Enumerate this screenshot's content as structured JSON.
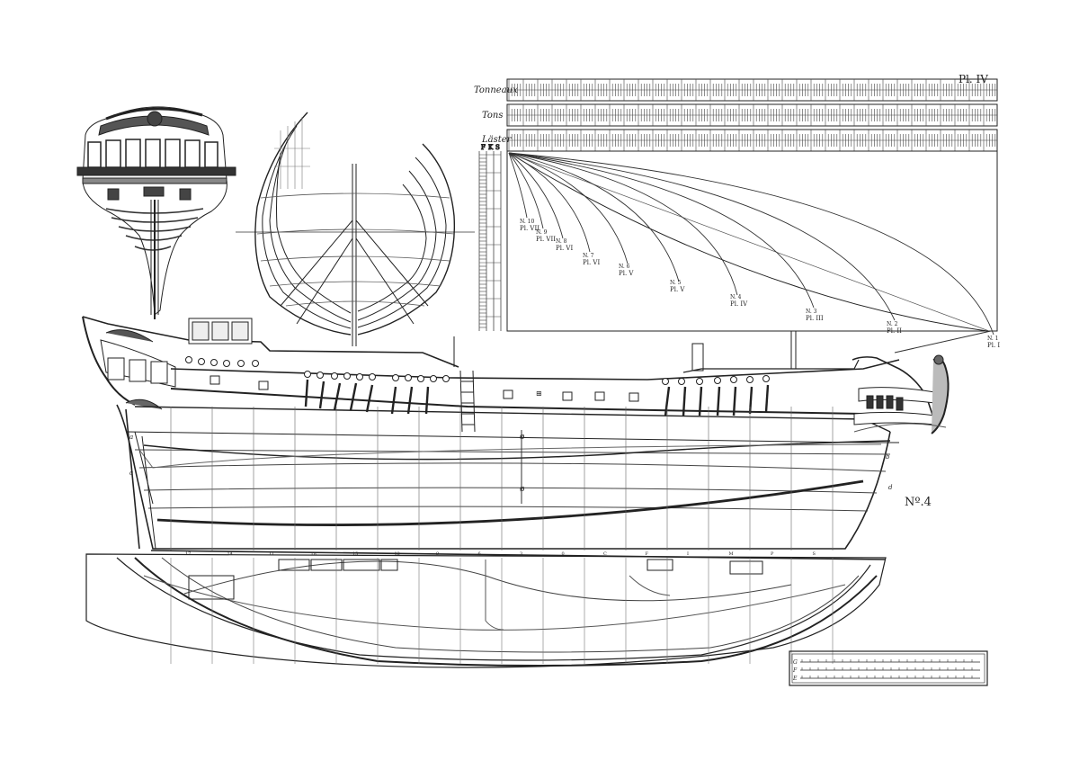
{
  "plate": {
    "number": "Pl. IV",
    "figure_no": "Nº.4"
  },
  "scale_labels": {
    "tonneaux": "Tonneaux",
    "tons": "Tons",
    "laster": "Läster",
    "fks": [
      "F",
      "K",
      "S"
    ]
  },
  "curve_labels": [
    {
      "n": "N. 10",
      "pl": "Pl. VII"
    },
    {
      "n": "N. 9",
      "pl": "Pl. VII"
    },
    {
      "n": "N. 8",
      "pl": "Pl. VI"
    },
    {
      "n": "N. 7",
      "pl": "Pl. VI"
    },
    {
      "n": "N. 6",
      "pl": "Pl. V"
    },
    {
      "n": "N. 5",
      "pl": "Pl. V"
    },
    {
      "n": "N. 4",
      "pl": "Pl. IV"
    },
    {
      "n": "N. 3",
      "pl": "Pl. III"
    },
    {
      "n": "N. 2",
      "pl": "Pl. II"
    },
    {
      "n": "N. 1",
      "pl": "Pl. I"
    }
  ],
  "hull_marks": {
    "center_top": "ø",
    "center_mid": "ø",
    "midship": "⊞",
    "letters": [
      "a",
      "b",
      "c",
      "d"
    ]
  },
  "station_labels": [
    "17",
    "14",
    "11",
    "18",
    "15",
    "12",
    "9",
    "6",
    "3",
    "0",
    "C",
    "F",
    "I",
    "M",
    "P",
    "S"
  ],
  "legend": {
    "rows": [
      "G",
      "F",
      "E"
    ]
  }
}
